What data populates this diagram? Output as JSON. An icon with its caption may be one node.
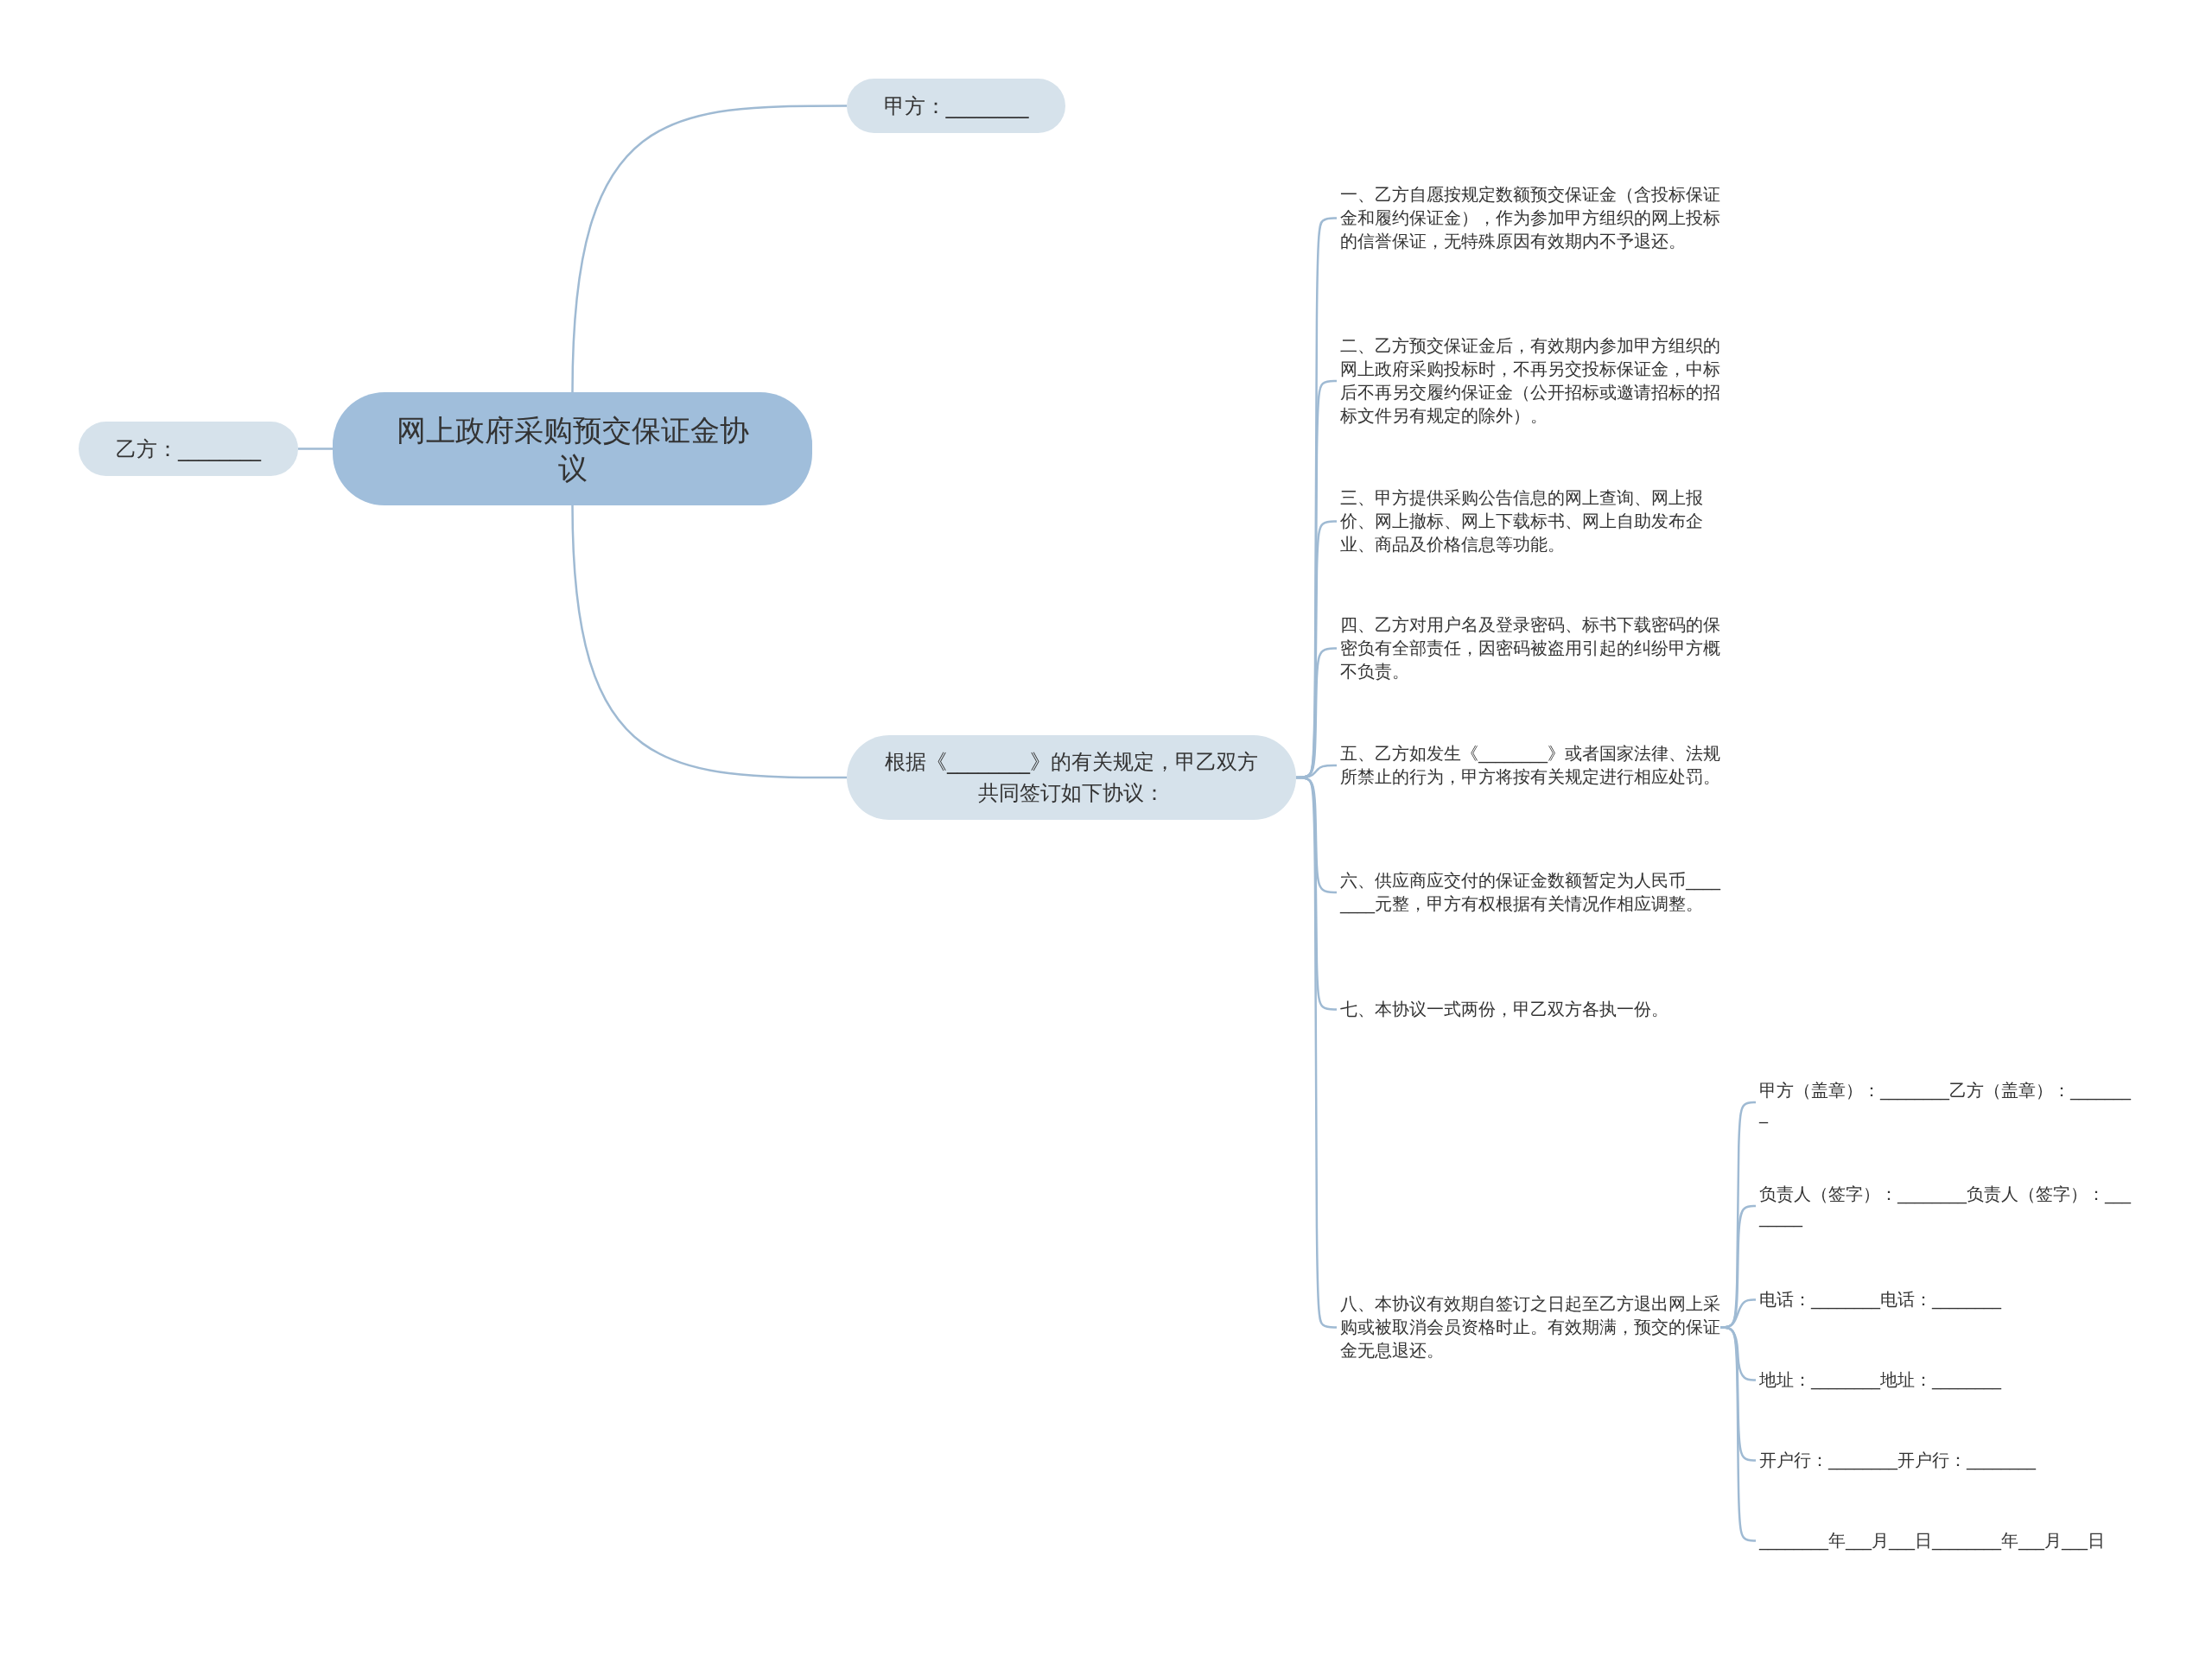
{
  "diagram": {
    "nodes": [
      {
        "text": [
          "网上政府采购预交保证金协议"
        ]
      },
      {
        "text": [
          "甲方：________"
        ]
      },
      {
        "text": [
          "乙方：________"
        ]
      },
      {
        "text": [
          "根据《________》的有关规定，甲乙双方共同签订如下协议："
        ]
      },
      {
        "text": [
          "一、乙方自愿按规定数额预交保证金（含投标保证金和履约保证金），作为参加甲方组织的网上投标的信誉保证，无特殊原因有效期内不予退还。"
        ]
      },
      {
        "text": [
          "二、乙方预交保证金后，有效期内参加甲方组织的网上政府采购投标时，不再另交投标保证金，中标后不再另交履约保证金（公开招标或邀请招标的招标文件另有规定的除外）。"
        ]
      },
      {
        "text": [
          "三、甲方提供采购公告信息的网上查询、网上报价、网上撤标、网上下载标书、网上自助发布企业、商品及价格信息等功能。"
        ]
      },
      {
        "text": [
          "四、乙方对用户名及登录密码、标书下载密码的保密负有全部责任，因密码被盗用引起的纠纷甲方概不负责。"
        ]
      },
      {
        "text": [
          "五、乙方如发生《________》或者国家法律、法规所禁止的行为，甲方将按有关规定进行相应处罚。"
        ]
      },
      {
        "text": [
          "六、供应商应交付的保证金数额暂定为人民币________元整，甲方有权根据有关情况作相应调整。"
        ]
      },
      {
        "text": [
          "七、本协议一式两份，甲乙双方各执一份。"
        ]
      },
      {
        "text": [
          "八、本协议有效期自签订之日起至乙方退出网上采购或被取消会员资格时止。有效期满，预交的保证金无息退还。"
        ]
      },
      {
        "text": [
          "甲方（盖章）：________乙方（盖章）：________"
        ]
      },
      {
        "text": [
          "负责人（签字）：________负责人（签字）：________"
        ]
      },
      {
        "text": [
          "电话：________电话：________"
        ]
      },
      {
        "text": [
          "地址：________地址：________"
        ]
      },
      {
        "text": [
          "开户行：________开户行：________"
        ]
      },
      {
        "text": [
          "________年___月___日________年___月___日"
        ]
      }
    ],
    "edges": [
      {
        "from": 0,
        "to": 1,
        "arrow": "none"
      },
      {
        "from": 0,
        "to": 2,
        "arrow": "none"
      },
      {
        "from": 0,
        "to": 3,
        "arrow": "none"
      },
      {
        "from": 3,
        "to": 4,
        "arrow": "none"
      },
      {
        "from": 3,
        "to": 5,
        "arrow": "none"
      },
      {
        "from": 3,
        "to": 6,
        "arrow": "none"
      },
      {
        "from": 3,
        "to": 7,
        "arrow": "none"
      },
      {
        "from": 3,
        "to": 8,
        "arrow": "none"
      },
      {
        "from": 3,
        "to": 9,
        "arrow": "none"
      },
      {
        "from": 3,
        "to": 10,
        "arrow": "none"
      },
      {
        "from": 3,
        "to": 11,
        "arrow": "none"
      },
      {
        "from": 11,
        "to": 12,
        "arrow": "none"
      },
      {
        "from": 11,
        "to": 13,
        "arrow": "none"
      },
      {
        "from": 11,
        "to": 14,
        "arrow": "none"
      },
      {
        "from": 11,
        "to": 15,
        "arrow": "none"
      },
      {
        "from": 11,
        "to": 16,
        "arrow": "none"
      },
      {
        "from": 11,
        "to": 17,
        "arrow": "none"
      }
    ]
  }
}
